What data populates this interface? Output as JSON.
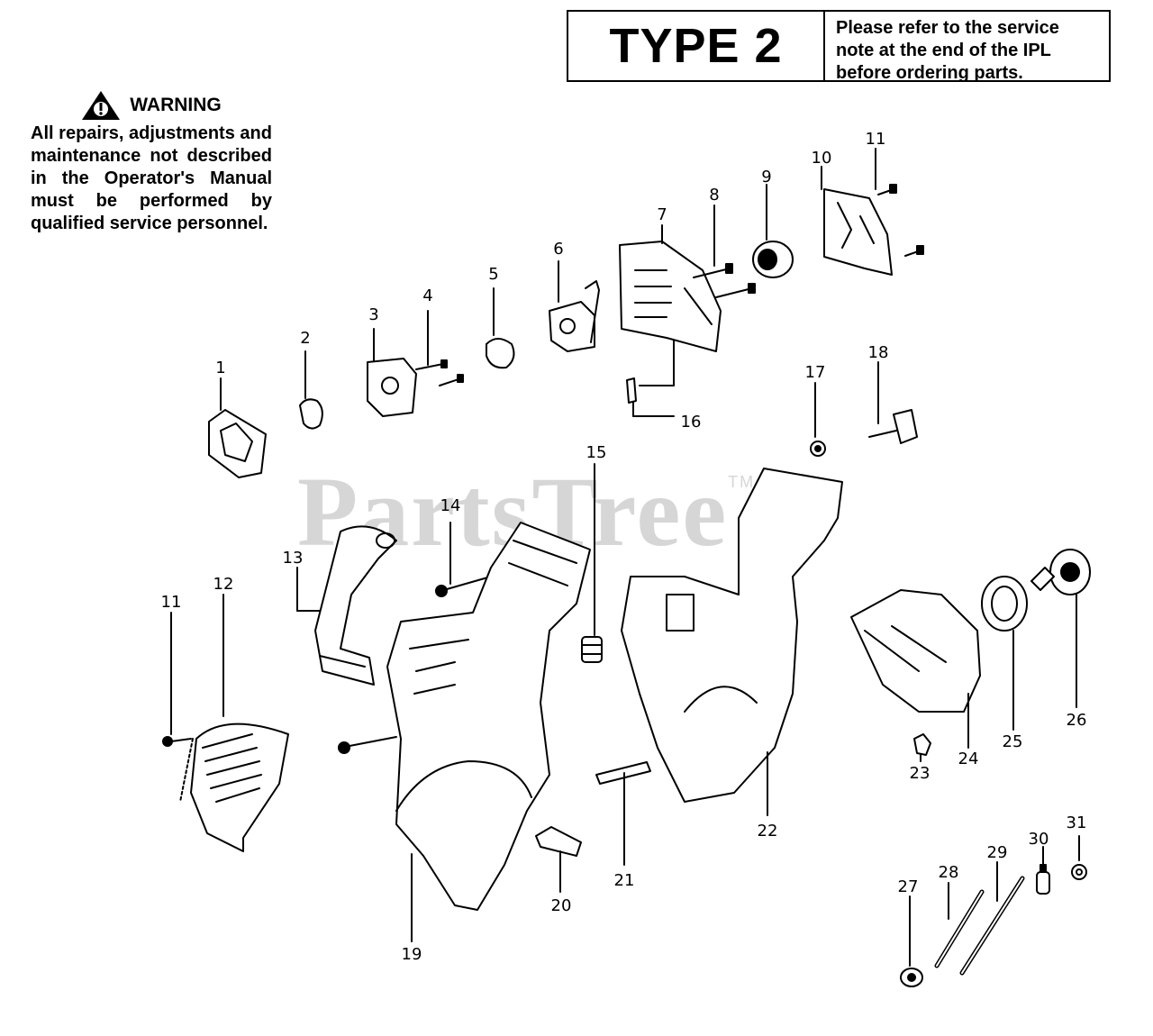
{
  "header": {
    "type_label": "TYPE 2",
    "service_note": "Please refer to the service\nnote at the end of the IPL\nbefore ordering parts."
  },
  "warning": {
    "heading": "WARNING",
    "text": "All repairs, adjustments and maintenance not described in the Operator's Manual must be performed by qualified service personnel."
  },
  "watermark": {
    "text": "PartsTree",
    "tm": "TM"
  },
  "callouts": [
    "1",
    "2",
    "3",
    "4",
    "5",
    "6",
    "7",
    "8",
    "9",
    "10",
    "11",
    "18",
    "17",
    "16",
    "15",
    "14",
    "13",
    "12",
    "11",
    "19",
    "20",
    "21",
    "22",
    "23",
    "24",
    "25",
    "26",
    "27",
    "28",
    "29",
    "30",
    "31"
  ]
}
